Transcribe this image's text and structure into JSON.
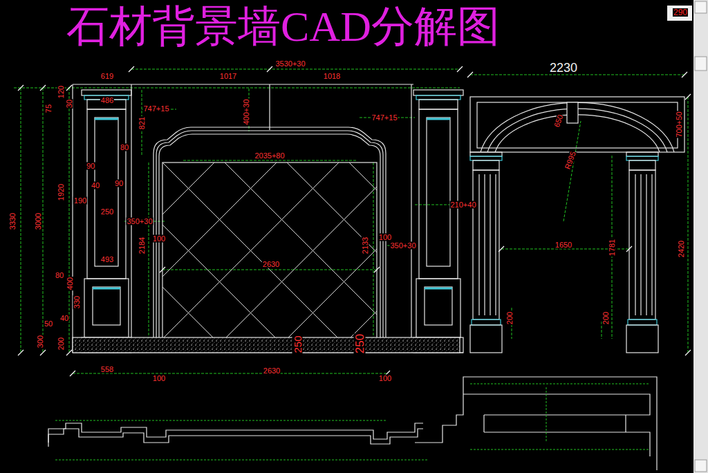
{
  "diagram": {
    "title": "石材背景墙CAD分解图",
    "labels": [
      "290",
      "3530+30",
      "2230",
      "619",
      "1017",
      "1018",
      "486",
      "747+15",
      "821",
      "400+30",
      "747+15",
      "2035+80",
      "80",
      "90",
      "40",
      "90",
      "1920",
      "190",
      "250",
      "350+30",
      "2184",
      "100",
      "2630",
      "493",
      "2133",
      "100",
      "350+30",
      "210+40",
      "650",
      "R995",
      "700+50",
      "1650",
      "1781",
      "2420",
      "3330",
      "3000",
      "200",
      "200",
      "80",
      "400",
      "330",
      "40",
      "50",
      "300",
      "200",
      "250",
      "250",
      "558",
      "2630",
      "100",
      "100",
      "120",
      "75",
      "30"
    ]
  }
}
